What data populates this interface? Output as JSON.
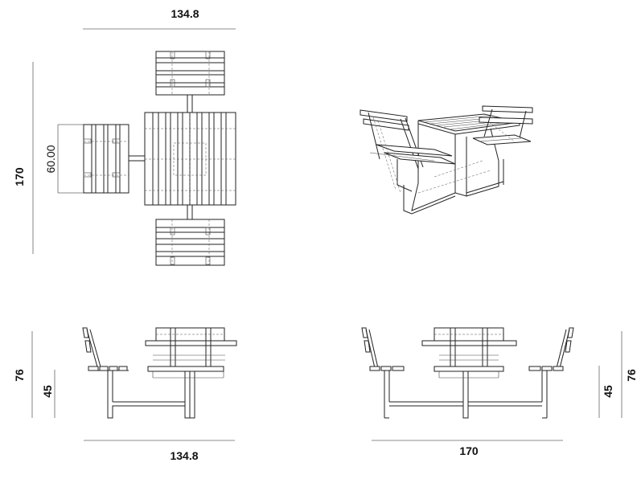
{
  "dimensions": {
    "plan_width": "134.8",
    "plan_depth": "170",
    "plan_bench_depth": "60.00",
    "side_height_total": "76",
    "side_height_seat": "45",
    "side_width": "134.8",
    "front_width": "170",
    "front_height_total": "76",
    "front_height_seat": "45"
  }
}
